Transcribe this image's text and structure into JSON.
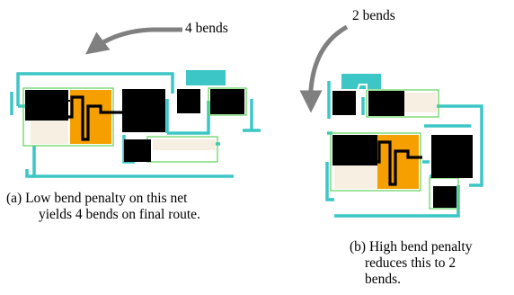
{
  "left_panel": {
    "annotation": "4 bends",
    "caption_line1": "(a) Low bend penalty on this net",
    "caption_line2": "yields 4 bends on final route."
  },
  "right_panel": {
    "annotation": "2 bends",
    "caption_line1": "(b) High bend penalty",
    "caption_line2": "reduces this to 2",
    "caption_line3": "bends."
  },
  "colors": {
    "route": "#3cc6c6",
    "block": "#000000",
    "highlight_block": "#f5a000",
    "light_block": "#f8efe3",
    "outline": "#5fd35a",
    "arrow": "#808080"
  }
}
